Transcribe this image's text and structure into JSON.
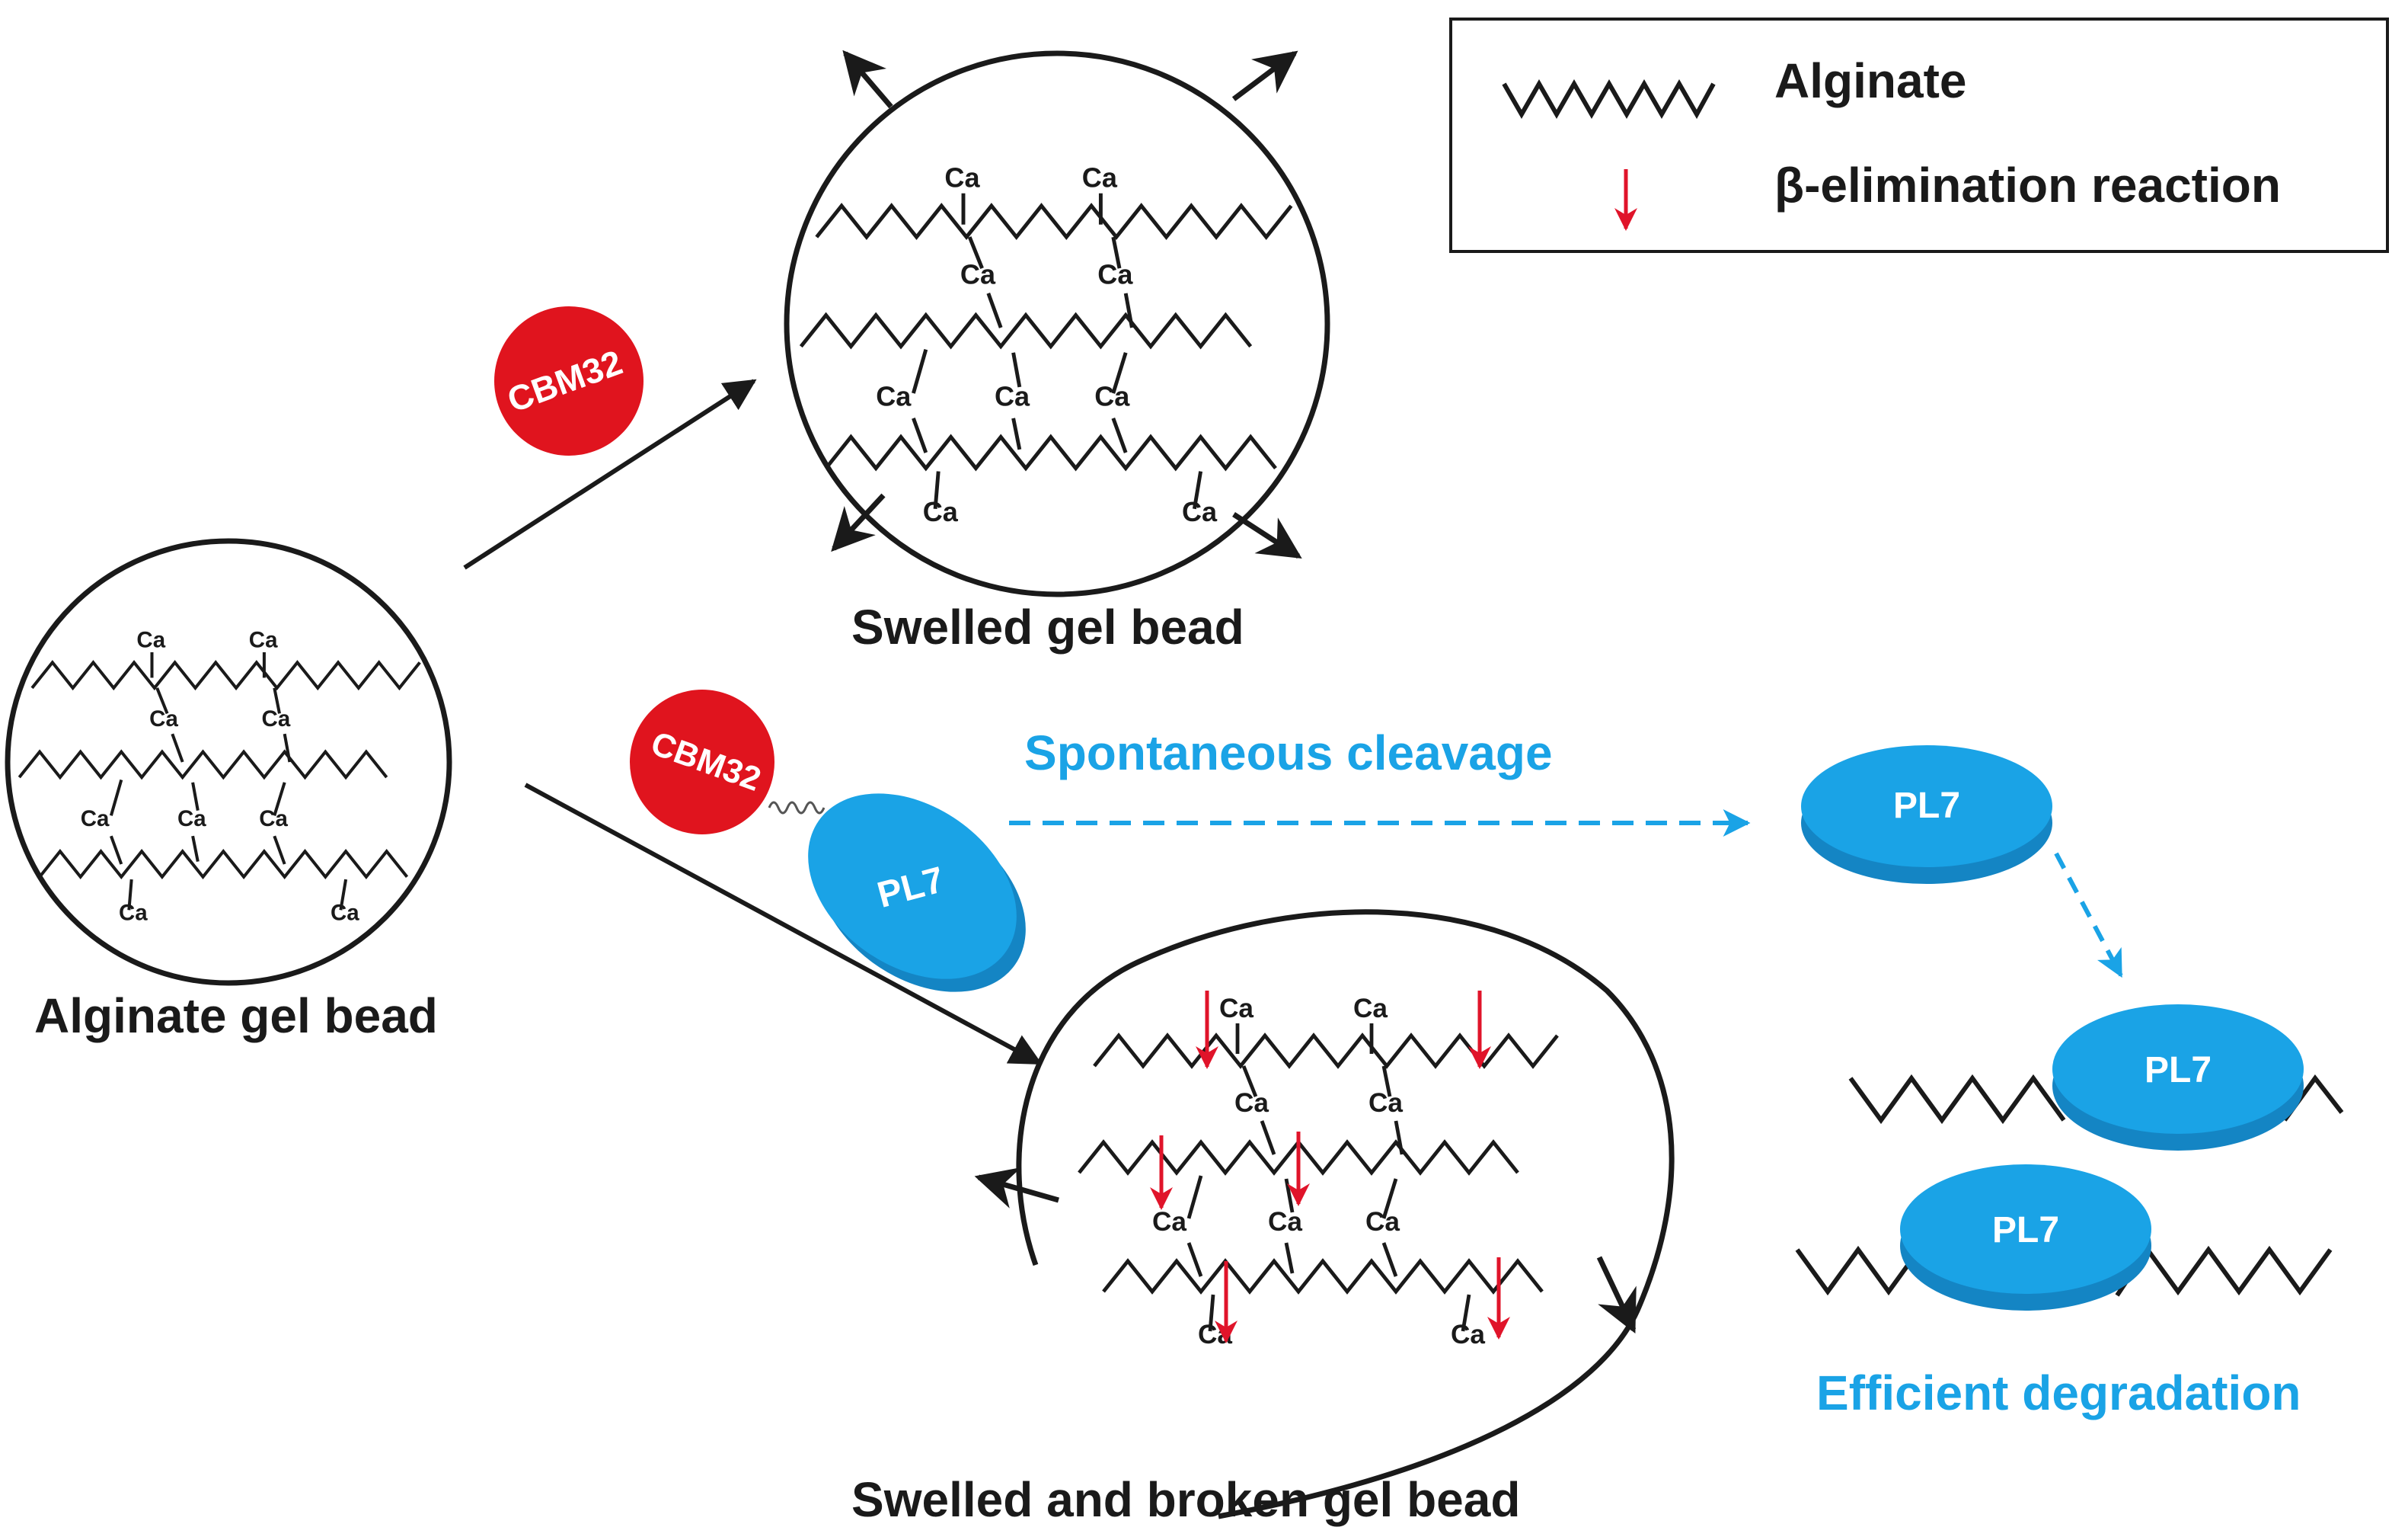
{
  "legend": {
    "alginate_label": "Alginate",
    "beta_elimination_label": "β-elimination reaction"
  },
  "labels": {
    "alginate_gel_bead": "Alginate gel bead",
    "swelled_gel_bead": "Swelled gel bead",
    "swelled_broken_gel_bead": "Swelled and broken gel bead",
    "spontaneous_cleavage": "Spontaneous cleavage",
    "efficient_degradation": "Efficient degradation"
  },
  "proteins": {
    "cbm": "CBM32",
    "pl": "PL7"
  },
  "calcium": "Ca",
  "colors": {
    "cbm_red": "#e0141e",
    "pl_blue": "#1aa3e6",
    "pl_blue_dark": "#1485c4",
    "reaction_red": "#e0142a",
    "ink": "#1a1a1a"
  }
}
